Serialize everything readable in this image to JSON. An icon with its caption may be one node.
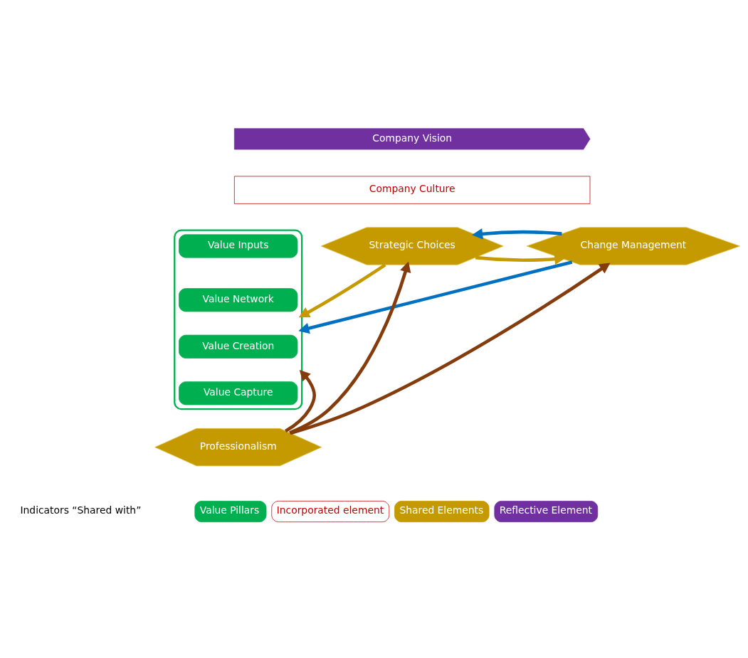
{
  "diagram": {
    "nodes": [
      {
        "text": [
          "Company Vision"
        ]
      },
      {
        "text": [
          "Company Culture"
        ]
      },
      {
        "text": [
          "Strategic Choices"
        ]
      },
      {
        "text": [
          "Change Management"
        ]
      },
      {
        "text": [],
        "shape": "box"
      },
      {
        "text": [
          "Value Inputs"
        ],
        "in": 4
      },
      {
        "text": [
          "Value Network"
        ],
        "in": 4
      },
      {
        "text": [
          "Value Creation"
        ],
        "in": 4
      },
      {
        "text": [
          "Value Capture"
        ],
        "in": 4
      },
      {
        "text": [
          "Professionalism"
        ]
      }
    ],
    "edges": [
      {
        "from": 2,
        "to": 3,
        "arrow": "to",
        "color": "#c49a00"
      },
      {
        "from": 3,
        "to": 2,
        "arrow": "to",
        "color": "#0070c0"
      },
      {
        "from": 2,
        "to": 4,
        "arrow": "to",
        "color": "#c49a00"
      },
      {
        "from": 3,
        "to": 4,
        "arrow": "to",
        "color": "#0070c0"
      },
      {
        "from": 9,
        "to": 2,
        "arrow": "to",
        "color": "#843c0c"
      },
      {
        "from": 9,
        "to": 4,
        "arrow": "to",
        "color": "#843c0c"
      },
      {
        "from": 9,
        "to": 3,
        "arrow": "to",
        "color": "#843c0c"
      }
    ],
    "labels": [
      "Indicators “Shared with”"
    ],
    "legend": [
      {
        "text": "Value Pillars",
        "color": "#00b050"
      },
      {
        "text": "Incorporated element",
        "color": "#ffffff"
      },
      {
        "text": "Shared Elements",
        "color": "#c49a00"
      },
      {
        "text": "Reflective Element",
        "color": "#7030a0"
      }
    ]
  }
}
